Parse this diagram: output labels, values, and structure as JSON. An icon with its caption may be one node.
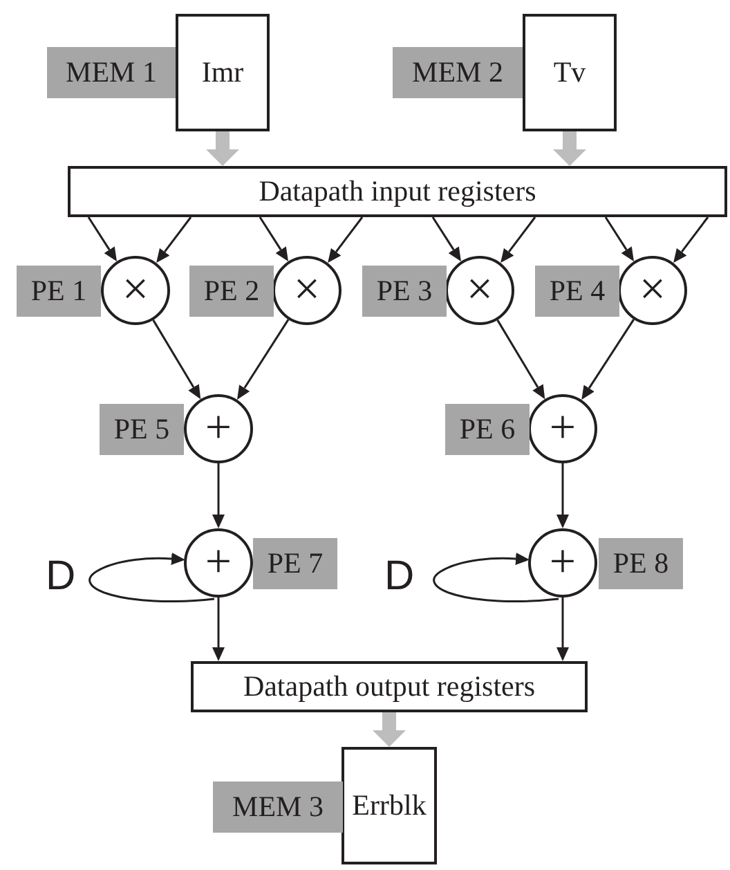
{
  "diagram": {
    "nodes": [
      {
        "text": [
          "Imr"
        ],
        "beside": [
          "MEM 1"
        ]
      },
      {
        "text": [
          "Tv"
        ],
        "beside": [
          "MEM 2"
        ]
      },
      {
        "text": [
          "Datapath input registers"
        ]
      },
      {
        "text": [
          "×"
        ],
        "beside": [
          "PE 1"
        ]
      },
      {
        "text": [
          "×"
        ],
        "beside": [
          "PE 2"
        ]
      },
      {
        "text": [
          "×"
        ],
        "beside": [
          "PE 3"
        ]
      },
      {
        "text": [
          "×"
        ],
        "beside": [
          "PE 4"
        ]
      },
      {
        "text": [
          "+"
        ],
        "beside": [
          "PE 5"
        ]
      },
      {
        "text": [
          "+"
        ],
        "beside": [
          "PE 6"
        ]
      },
      {
        "text": [
          "+"
        ],
        "beside": [
          "PE 7"
        ]
      },
      {
        "text": [
          "+"
        ],
        "beside": [
          "PE 8"
        ]
      },
      {
        "text": [
          "Datapath output registers"
        ]
      },
      {
        "text": [
          "Errblk"
        ],
        "beside": [
          "MEM 3"
        ]
      }
    ],
    "edges": [
      {
        "from": 0,
        "to": 2,
        "arrow": "to",
        "style": "thick",
        "color": "#bdbdbd"
      },
      {
        "from": 1,
        "to": 2,
        "arrow": "to",
        "style": "thick",
        "color": "#bdbdbd"
      },
      {
        "from": 2,
        "to": 3,
        "arrow": "to"
      },
      {
        "from": 2,
        "to": 3,
        "arrow": "to"
      },
      {
        "from": 2,
        "to": 4,
        "arrow": "to"
      },
      {
        "from": 2,
        "to": 4,
        "arrow": "to"
      },
      {
        "from": 2,
        "to": 5,
        "arrow": "to"
      },
      {
        "from": 2,
        "to": 5,
        "arrow": "to"
      },
      {
        "from": 2,
        "to": 6,
        "arrow": "to"
      },
      {
        "from": 2,
        "to": 6,
        "arrow": "to"
      },
      {
        "from": 3,
        "to": 7,
        "arrow": "to"
      },
      {
        "from": 4,
        "to": 7,
        "arrow": "to"
      },
      {
        "from": 5,
        "to": 8,
        "arrow": "to"
      },
      {
        "from": 6,
        "to": 8,
        "arrow": "to"
      },
      {
        "from": 7,
        "to": 9,
        "arrow": "to"
      },
      {
        "from": 8,
        "to": 10,
        "arrow": "to"
      },
      {
        "from": 9,
        "to": 9,
        "arrow": "to"
      },
      {
        "from": 10,
        "to": 10,
        "arrow": "to"
      },
      {
        "from": 9,
        "to": 11,
        "arrow": "to"
      },
      {
        "from": 10,
        "to": 11,
        "arrow": "to"
      },
      {
        "from": 11,
        "to": 12,
        "arrow": "to",
        "style": "thick",
        "color": "#bdbdbd"
      }
    ],
    "labels": [
      "D",
      "D"
    ]
  }
}
